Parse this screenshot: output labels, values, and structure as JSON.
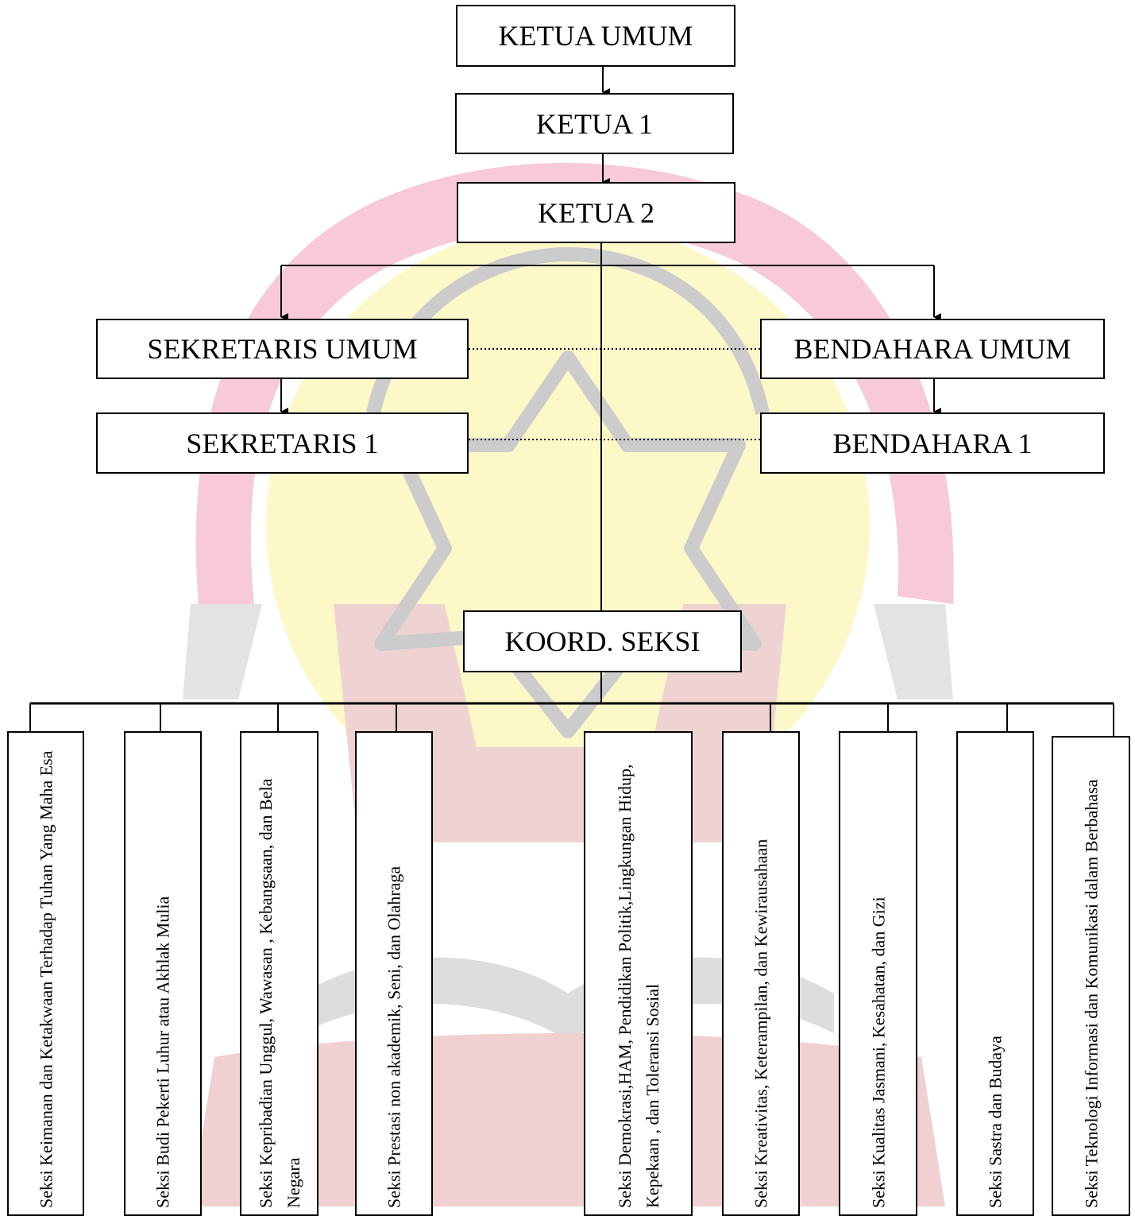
{
  "nodes": {
    "ketua_umum": "KETUA UMUM",
    "ketua_1": "KETUA 1",
    "ketua_2": "KETUA 2",
    "sekretaris_umum": "SEKRETARIS UMUM",
    "sekretaris_1": "SEKRETARIS 1",
    "bendahara_umum": "BENDAHARA UMUM",
    "bendahara_1": "BENDAHARA 1",
    "koord_seksi": "KOORD. SEKSI"
  },
  "seksi": [
    "Seksi Keimanan dan Ketakwaan Terhadap Tuhan Yang Maha Esa",
    "Seksi Budi Pekerti  Luhur atau  Akhlak Mulia",
    "Seksi Kepribadian Unggul, Wawasan , Kebangsaan, dan Bela Negara",
    "Seksi Prestasi non akademik, Seni, dan Olahraga",
    "Seksi Demokrasi,HAM,  Pendidikan Politik,Lingkungan  Hidup, Kepekaan , dan Toleransi Sosial",
    "Seksi Kreativitas, Keterampilan, dan Kewirausahaan",
    "Seksi Kualitas Jasmani, Kesahatan,  dan Gizi",
    "Seksi  Sastra dan Budaya",
    "Seksi Teknologi Informasi dan Komunikasi dalam Berbahasa"
  ],
  "colors": {
    "line": "#000000",
    "watermark_pink": "#f7c9d9",
    "watermark_yellow": "#fdf8c8",
    "watermark_grey": "#cccccc",
    "watermark_red": "#e6b4b4"
  }
}
